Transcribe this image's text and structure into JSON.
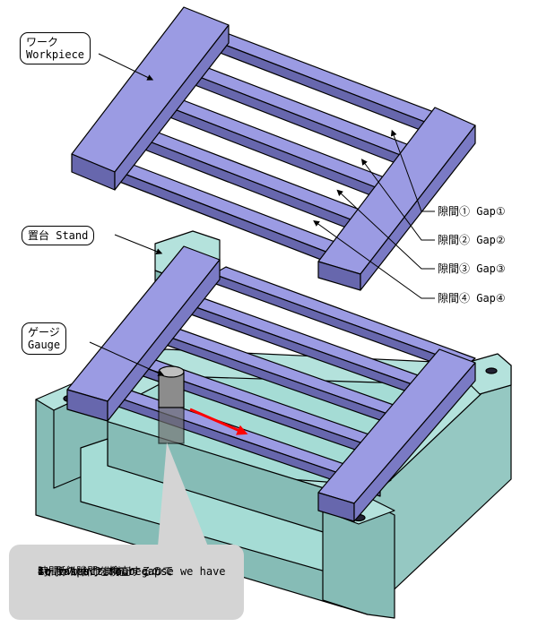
{
  "labels": {
    "workpiece_jp": "ワーク",
    "workpiece_en": "Workpiece",
    "stand": "置台 Stand",
    "gauge_jp": "ゲージ",
    "gauge_en": "Gauge",
    "gap1": "隙間① Gap①",
    "gap2": "隙間② Gap②",
    "gap3": "隙間③ Gap③",
    "gap4": "隙間④ Gap④"
  },
  "note": {
    "line1": "4ヶ所の隙間を検査するので",
    "line2": "時間がかかります。",
    "line3": "It takes time because we have",
    "line4": "to inspect four gaps."
  },
  "colors": {
    "workpiece_top": "#9b9be3",
    "workpiece_side": "#6767ad",
    "stand_top": "#b4e2dc",
    "stand_side": "#86bcb6",
    "gauge": "#8c8c8c",
    "arrow": "#ff0000",
    "note_bg": "#d4d4d4"
  }
}
